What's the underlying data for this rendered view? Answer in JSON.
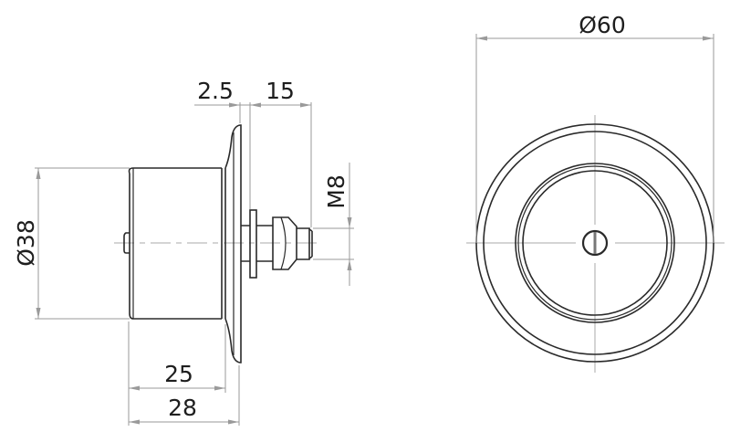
{
  "drawing": {
    "type": "technical-drawing",
    "views": [
      "side-view",
      "front-view"
    ],
    "colors": {
      "object_line": "#2a2a2a",
      "dimension_line": "#9a9a9a",
      "center_line": "#a8a8a8",
      "text": "#1e1e1e",
      "background": "#ffffff"
    }
  },
  "side_view": {
    "dimensions": {
      "body_diameter": "Ø38",
      "flange_thickness": "2.5",
      "stud_length": "15",
      "thread": "M8",
      "body_length": "25",
      "overall_length": "28"
    }
  },
  "front_view": {
    "dimensions": {
      "outer_diameter": "Ø60"
    }
  }
}
